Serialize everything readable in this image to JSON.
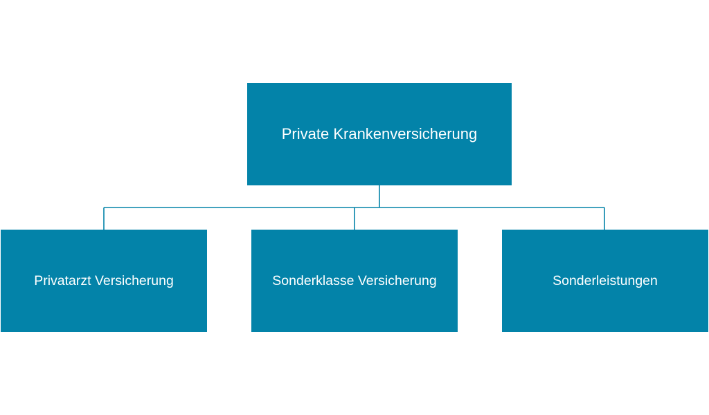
{
  "diagram": {
    "root": {
      "label": "Private Krankenversicherung"
    },
    "children": [
      {
        "label": "Privatarzt Versicherung"
      },
      {
        "label": "Sonderklasse Versicherung"
      },
      {
        "label": "Sonderleistungen"
      }
    ],
    "colors": {
      "node_fill": "#0383a9",
      "node_text": "#ffffff",
      "connector": "#0383a9",
      "background": "#ffffff"
    }
  }
}
